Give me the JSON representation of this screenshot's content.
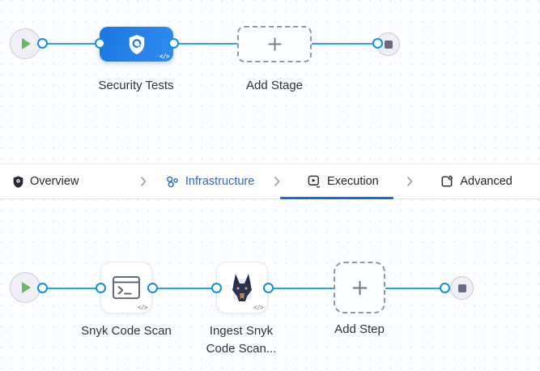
{
  "colors": {
    "canvas_bg": "#fbfdff",
    "grid_dot": "#d8dee9",
    "connector_line": "#2ea3ea",
    "port_ring": "#0d93dd",
    "stage_node_blue": "#2180e6",
    "active_tab_underline": "#1a6ec8",
    "link_tab_blue": "#2e66c6",
    "label_text": "#2e3340",
    "endpoint_fill": "#f0eff7",
    "stop_square": "#696b82",
    "play_triangle": "#68b868"
  },
  "stage_canvas": {
    "start": {
      "icon": "play-icon"
    },
    "end": {
      "icon": "stop-icon"
    },
    "nodes": [
      {
        "label": "Security Tests",
        "icon": "shield-scan-icon",
        "code_glyph": "</>"
      },
      {
        "label": "Add Stage",
        "icon": "plus-icon"
      }
    ]
  },
  "tab_bar": {
    "active_tab": "Execution",
    "separator_icon": "chevron-right-icon",
    "tabs": [
      {
        "label": "Overview",
        "icon": "shield-icon"
      },
      {
        "label": "Infrastructure",
        "icon": "cluster-icon"
      },
      {
        "label": "Execution",
        "icon": "play-card-icon"
      },
      {
        "label": "Advanced",
        "icon": "advanced-settings-icon"
      }
    ]
  },
  "step_canvas": {
    "start": {
      "icon": "play-icon"
    },
    "end": {
      "icon": "stop-icon"
    },
    "nodes": [
      {
        "label": "Snyk Code Scan",
        "icon": "terminal-icon",
        "code_glyph": "</>"
      },
      {
        "label": "Ingest Snyk Code Scan...",
        "icon": "snyk-dog-icon",
        "code_glyph": "</>"
      },
      {
        "label": "Add Step",
        "icon": "plus-icon"
      }
    ]
  }
}
